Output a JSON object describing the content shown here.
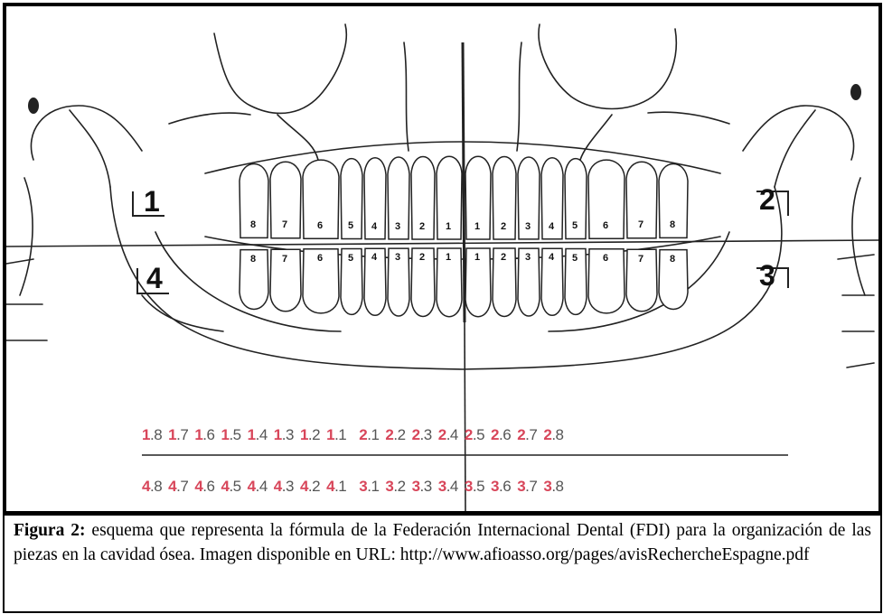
{
  "quadrants": {
    "q1": "1",
    "q2": "2",
    "q3": "3",
    "q4": "4"
  },
  "upper_teeth_right": [
    "8",
    "7",
    "6",
    "5",
    "4",
    "3",
    "2",
    "1"
  ],
  "upper_teeth_left": [
    "1",
    "2",
    "3",
    "4",
    "5",
    "6",
    "7",
    "8"
  ],
  "lower_teeth_right": [
    "8",
    "7",
    "6",
    "5",
    "4",
    "3",
    "2",
    "1"
  ],
  "lower_teeth_left": [
    "1",
    "2",
    "3",
    "4",
    "5",
    "6",
    "7",
    "8"
  ],
  "fdi_upper": [
    {
      "q": "1",
      "t": ".8"
    },
    {
      "q": "1",
      "t": ".7"
    },
    {
      "q": "1",
      "t": ".6"
    },
    {
      "q": "1",
      "t": ".5"
    },
    {
      "q": "1",
      "t": ".4"
    },
    {
      "q": "1",
      "t": ".3"
    },
    {
      "q": "1",
      "t": ".2"
    },
    {
      "q": "1",
      "t": ".1"
    },
    {
      "q": "2",
      "t": ".1"
    },
    {
      "q": "2",
      "t": ".2"
    },
    {
      "q": "2",
      "t": ".3"
    },
    {
      "q": "2",
      "t": ".4"
    },
    {
      "q": "2",
      "t": ".5"
    },
    {
      "q": "2",
      "t": ".6"
    },
    {
      "q": "2",
      "t": ".7"
    },
    {
      "q": "2",
      "t": ".8"
    }
  ],
  "fdi_lower": [
    {
      "q": "4",
      "t": ".8"
    },
    {
      "q": "4",
      "t": ".7"
    },
    {
      "q": "4",
      "t": ".6"
    },
    {
      "q": "4",
      "t": ".5"
    },
    {
      "q": "4",
      "t": ".4"
    },
    {
      "q": "4",
      "t": ".3"
    },
    {
      "q": "4",
      "t": ".2"
    },
    {
      "q": "4",
      "t": ".1"
    },
    {
      "q": "3",
      "t": ".1"
    },
    {
      "q": "3",
      "t": ".2"
    },
    {
      "q": "3",
      "t": ".3"
    },
    {
      "q": "3",
      "t": ".4"
    },
    {
      "q": "3",
      "t": ".5"
    },
    {
      "q": "3",
      "t": ".6"
    },
    {
      "q": "3",
      "t": ".7"
    },
    {
      "q": "3",
      "t": ".8"
    }
  ],
  "colors": {
    "quadrant_digit": "#d8465a",
    "tooth_digit": "#555555",
    "line": "#222222"
  },
  "caption": {
    "label": "Figura 2:",
    "text": " esquema que representa la fórmula de la Federación Internacional Dental (FDI) para la organización de las piezas en la cavidad ósea. Imagen disponible en URL: http://www.afioasso.org/pages/avisRechercheEspagne.pdf"
  }
}
